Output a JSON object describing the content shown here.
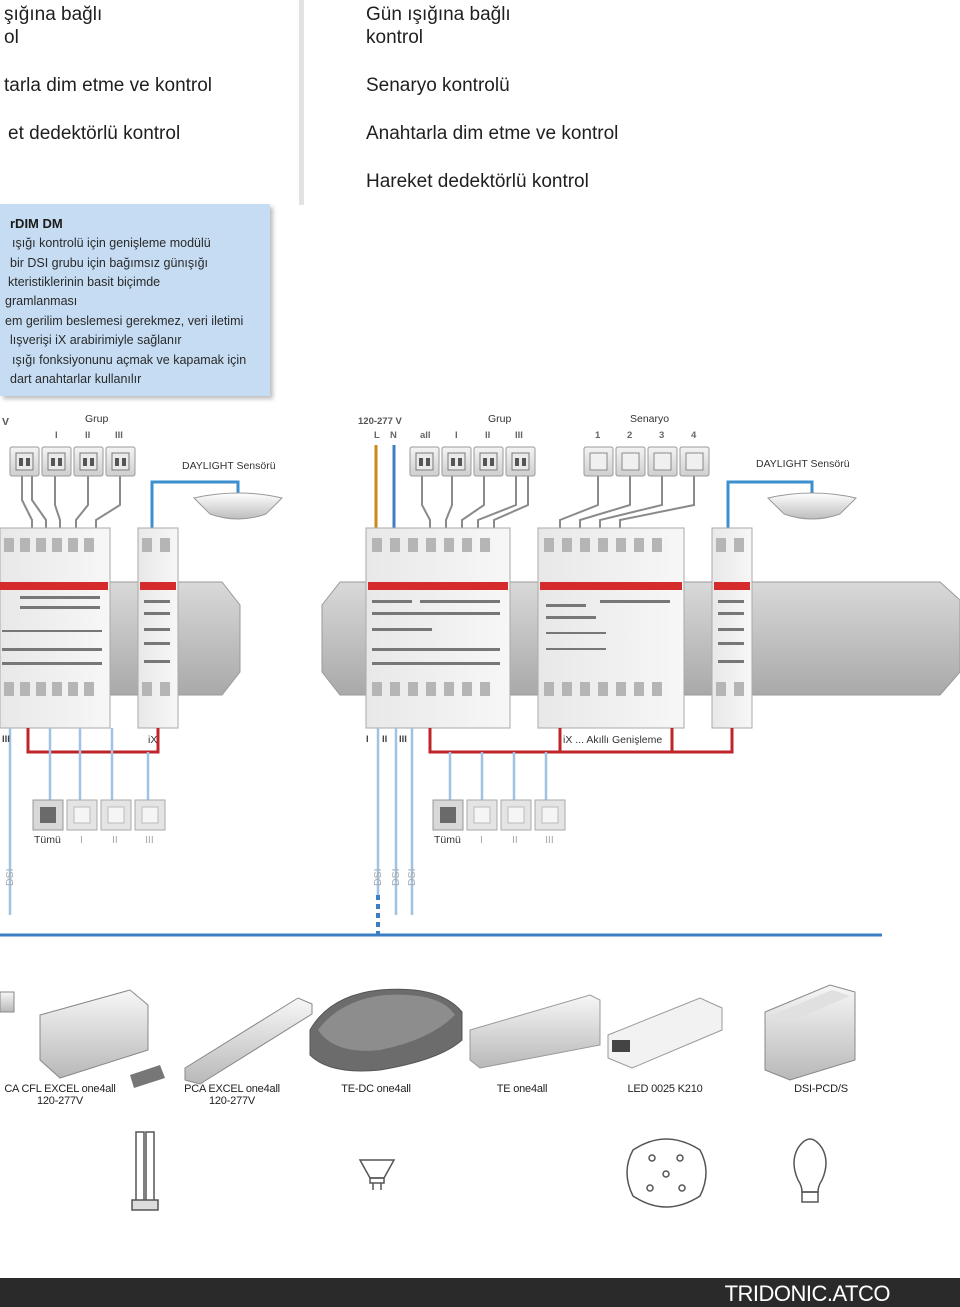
{
  "left_header": {
    "line1": "şığına bağlı",
    "line2": "ol",
    "item_a": "tarla dim etme ve kontrol",
    "item_b": "et dedektörlü kontrol"
  },
  "right_header": {
    "line1": "Gün ışığına bağlı",
    "line2": "kontrol",
    "item_a": "Senaryo kontrolü",
    "item_b": "Anahtarla dim etme ve kontrol",
    "item_c": "Hareket dedektörlü kontrol"
  },
  "infobox": {
    "title": "rDIM  DM",
    "lines": [
      "ışığı kontrolü için genişleme modülü",
      "bir DSI grubu için bağımsız günışığı",
      "kteristiklerinin basit biçimde",
      "gramlanması",
      "em gerilim beslemesi gerekmez, veri iletimi",
      "lışverişi iX arabirimiyle sağlanır",
      "ışığı fonksiyonunu açmak ve kapamak için",
      "dart anahtarlar kullanılır"
    ],
    "color": "#c5dcf2"
  },
  "diagram_left": {
    "voltage": "V",
    "group_label": "Grup",
    "group_numbers": [
      "I",
      "II",
      "III"
    ],
    "sensor_label": "DAYLIGHT Sensörü",
    "ix_label": "iX",
    "bus_mark": "III",
    "lamp_labels": [
      "Tümü",
      "I",
      "II",
      "III"
    ],
    "dsi_label": "DSI"
  },
  "diagram_right": {
    "voltage": "120-277 V",
    "ln": [
      "L",
      "N"
    ],
    "group_label": "Grup",
    "group_numbers": [
      "all",
      "I",
      "II",
      "III"
    ],
    "scenario_label": "Senaryo",
    "scenario_numbers": [
      "1",
      "2",
      "3",
      "4"
    ],
    "sensor_label": "DAYLIGHT Sensörü",
    "bus_marks": [
      "I",
      "II",
      "III"
    ],
    "ix_label": "iX ... Akıllı Genişleme",
    "lamp_labels": [
      "Tümü",
      "I",
      "II",
      "III"
    ],
    "dsi_labels": [
      "DSI",
      "DSI",
      "DSI"
    ]
  },
  "products": [
    {
      "name": "CA CFL EXCEL one4all",
      "voltage": "120-277V"
    },
    {
      "name": "PCA EXCEL one4all",
      "voltage": "120-277V"
    },
    {
      "name": "TE-DC one4all",
      "voltage": ""
    },
    {
      "name": "TE one4all",
      "voltage": ""
    },
    {
      "name": "LED 0025 K210",
      "voltage": ""
    },
    {
      "name": "DSI-PCD/S",
      "voltage": ""
    }
  ],
  "lamp_icons": [
    "cfl-lamp-icon",
    "halogen-reflector-icon",
    "led-module-icon",
    "incandescent-bulb-icon"
  ],
  "footer": {
    "brand": "TRIDONIC.ATCO"
  },
  "colors": {
    "ix_bus": "#c0242b",
    "sensor_wire": "#3c8fcf",
    "dsi_wire": "#9fc3e3",
    "power_l": "#c98a1c",
    "power_n": "#3d7fc4",
    "device_red": "#d62b2b"
  }
}
